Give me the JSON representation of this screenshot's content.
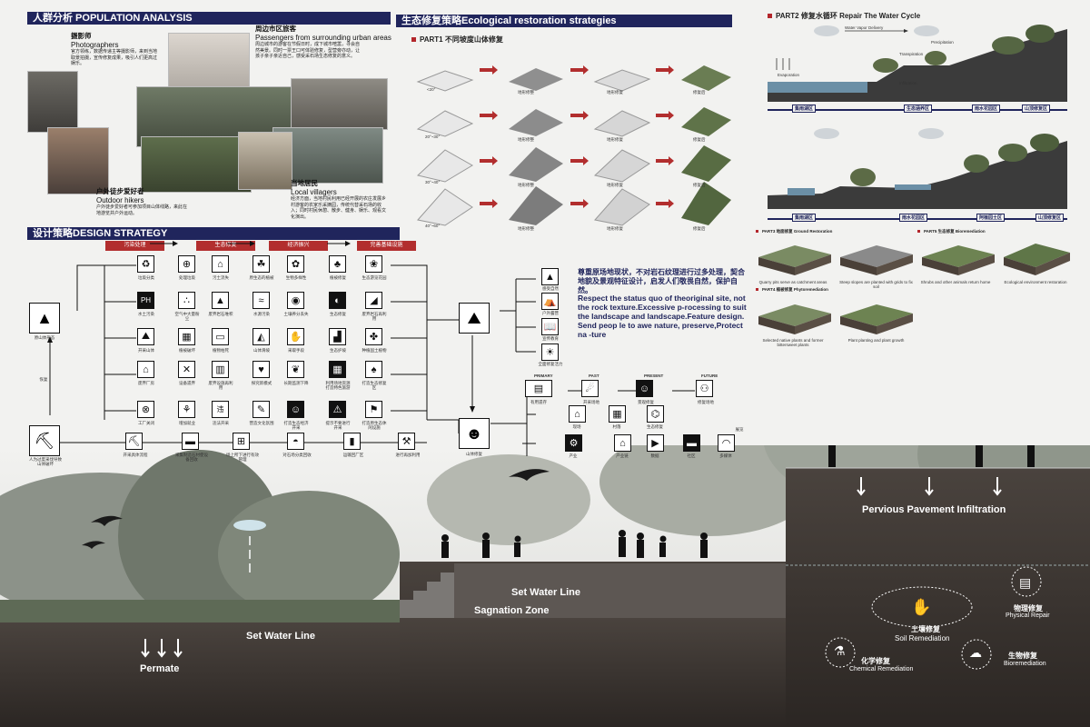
{
  "population": {
    "header": "人群分析 POPULATION ANALYSIS",
    "photographers": {
      "cn": "摄影师",
      "en": "Photographers",
      "desc": "官方领练，数据传递主等摄影师，来到当地取景拍摄，宣传修复成果，吸引人们更高过娱乐。"
    },
    "tourists": {
      "cn": "周边市区旅客",
      "en": "Passengers from surrounding urban areas",
      "desc": "周边城市的游客在节假日时，成下城市喧嚣，寻会自然美景。同时一票王口可体验修复，型营旁亦动，让孩子亲子亲近自己，感受采石场生态修复的意义。"
    },
    "hikers": {
      "cn": "户外徒步爱好者",
      "en": "Outdoor hikers",
      "desc": "户外徒步爱好者可参加项目山体线路，来此在地游览并户外运动。"
    },
    "villagers": {
      "cn": "当地居民",
      "en": "Local villagers",
      "desc": "经济方面，当地村民利用已经开展的农庄发展乡村游客的农家乐采摘园，传统代替采石场的收入；同时村民休憩、散步、健身、娱乐、观看文化演出。"
    }
  },
  "ecological": {
    "header": "生态修复策略Ecological restoration strategies",
    "part1": "PART1 不同坡度山体修复",
    "rows": [
      {
        "slope": "<20°",
        "labels": [
          "地形修整",
          "地形修复",
          "修复后"
        ]
      },
      {
        "slope": "20°~30°",
        "labels": [
          "地形修整",
          "地形修复",
          "修复后"
        ]
      },
      {
        "slope": "30°~40°",
        "labels": [
          "地形修整",
          "地形修复",
          "修复后"
        ]
      },
      {
        "slope": "40°~60°",
        "labels": [
          "地形修整",
          "地形修复",
          "修复后"
        ]
      }
    ]
  },
  "water_cycle": {
    "part2": "PART2  修复水循环  Repair  The Water Cycle",
    "top_labels": [
      "Water Vapor Delivery",
      "Precipitation",
      "Evaporation",
      "Transpiration",
      "Infiltration"
    ],
    "seg1": [
      "集雨湖区",
      "生态涵养区",
      "雨水花园区",
      "山顶修复区"
    ],
    "seg2": [
      "集雨湖区",
      "雨水花园区",
      "阿植园土区",
      "山顶修复区"
    ],
    "part3": "PART3 地面修复 Ground Restoration",
    "part4": "PART4 植被修复 Phytoremediation",
    "part5": "PART5 生态修复 Bioremediation",
    "cap1": "Quarry pits serve as catchment areas",
    "cap2": "Steep slopes are planted with grids to fix soil",
    "cap3": "Shrubs and other animals return home",
    "cap4": "Ecological environment restoration",
    "cap5": "Selected native plants and former bittersweet plants",
    "cap6": "Plant planting and plant growth"
  },
  "design": {
    "header": "设计策略DESIGN STRATEGY",
    "categories": [
      "污染处理",
      "生态修复",
      "经济振兴",
      "完善基础设施"
    ],
    "left_label": "原山体形态",
    "left_sub": "恢复",
    "bottom_left_label": "人为过度采伐导致山体破坏",
    "statement_cn": "尊重原场地现状，不对岩石纹理进行过多处理，契合地貌及景观特征设计，启发人们敬畏自然，保护自然。",
    "statement_en": "Respect the status quo of theoriginal site, not the rock texture.Excessive p-rocessing to suit the landscape and landscape.Feature design. Send peop le to awe nature, preserve,Protect na -ture",
    "timeline": [
      "PRIMARY",
      "PAST",
      "PRESENT",
      "FUTURE"
    ],
    "bottom_row": [
      "开采具体流程",
      "采集制造石材使设备回收",
      "场上所下进行有效管理",
      "对石场分类回收",
      "运输回厂区",
      "进行再加利用"
    ],
    "right_icons": [
      "感受自然",
      "户外露营",
      "宣传教育",
      "全面修复活力"
    ],
    "grid_labels": [
      [
        "垃圾分类",
        "处理垃圾",
        "污土流失",
        "原生态的植被",
        "生物多样性",
        "植被修复",
        "生态游览花园"
      ],
      [
        "水土污染",
        "空气中大量粉尘",
        "废弃岩石堆积",
        "水源污染",
        "土壤养分丢失",
        "生态修复",
        "废弃岩石再利用"
      ],
      [
        "开采山体",
        "植被破坏",
        "植物枯死",
        "山体滑坡",
        "采取手段",
        "生态护坡",
        "种植固土植物"
      ],
      [
        "废弃厂房",
        "设备遗弃",
        "废弃设施再利用",
        "探究新模式",
        "长期监测下降",
        "利用场地资源打造特色旅游",
        "打造生态修复区"
      ],
      [
        "工厂关闭",
        "增加就业",
        "违法开采",
        "营造文化氛围",
        "打造生态经济开采",
        "提示不要进行开采",
        "打造原生态休闲设施"
      ]
    ],
    "flow_left": "山体修复",
    "flow_right": [
      "有用遗存",
      "开采场地",
      "景观修复",
      "修复场地",
      "现场",
      "村落",
      "生态修复",
      "产业",
      "产业链",
      "数据",
      "社区",
      "多媒体",
      "展览"
    ]
  },
  "section": {
    "set_water_line_1": "Set Water Line",
    "set_water_line_2": "Set Water Line",
    "stagnation": "Sagnation Zone",
    "permate": "Permate",
    "pervious": "Pervious Pavement Infiltration",
    "soil_cn": "土壤修复",
    "soil_en": "Soil Remediation",
    "physical_cn": "物理修复",
    "physical_en": "Physical Repair",
    "chemical_cn": "化学修复",
    "chemical_en": "Chemical Remediation",
    "bio_cn": "生物修复",
    "bio_en": "Bioremediation"
  },
  "colors": {
    "navy": "#20255c",
    "red": "#b22e2e",
    "soil": "#3a3430"
  }
}
